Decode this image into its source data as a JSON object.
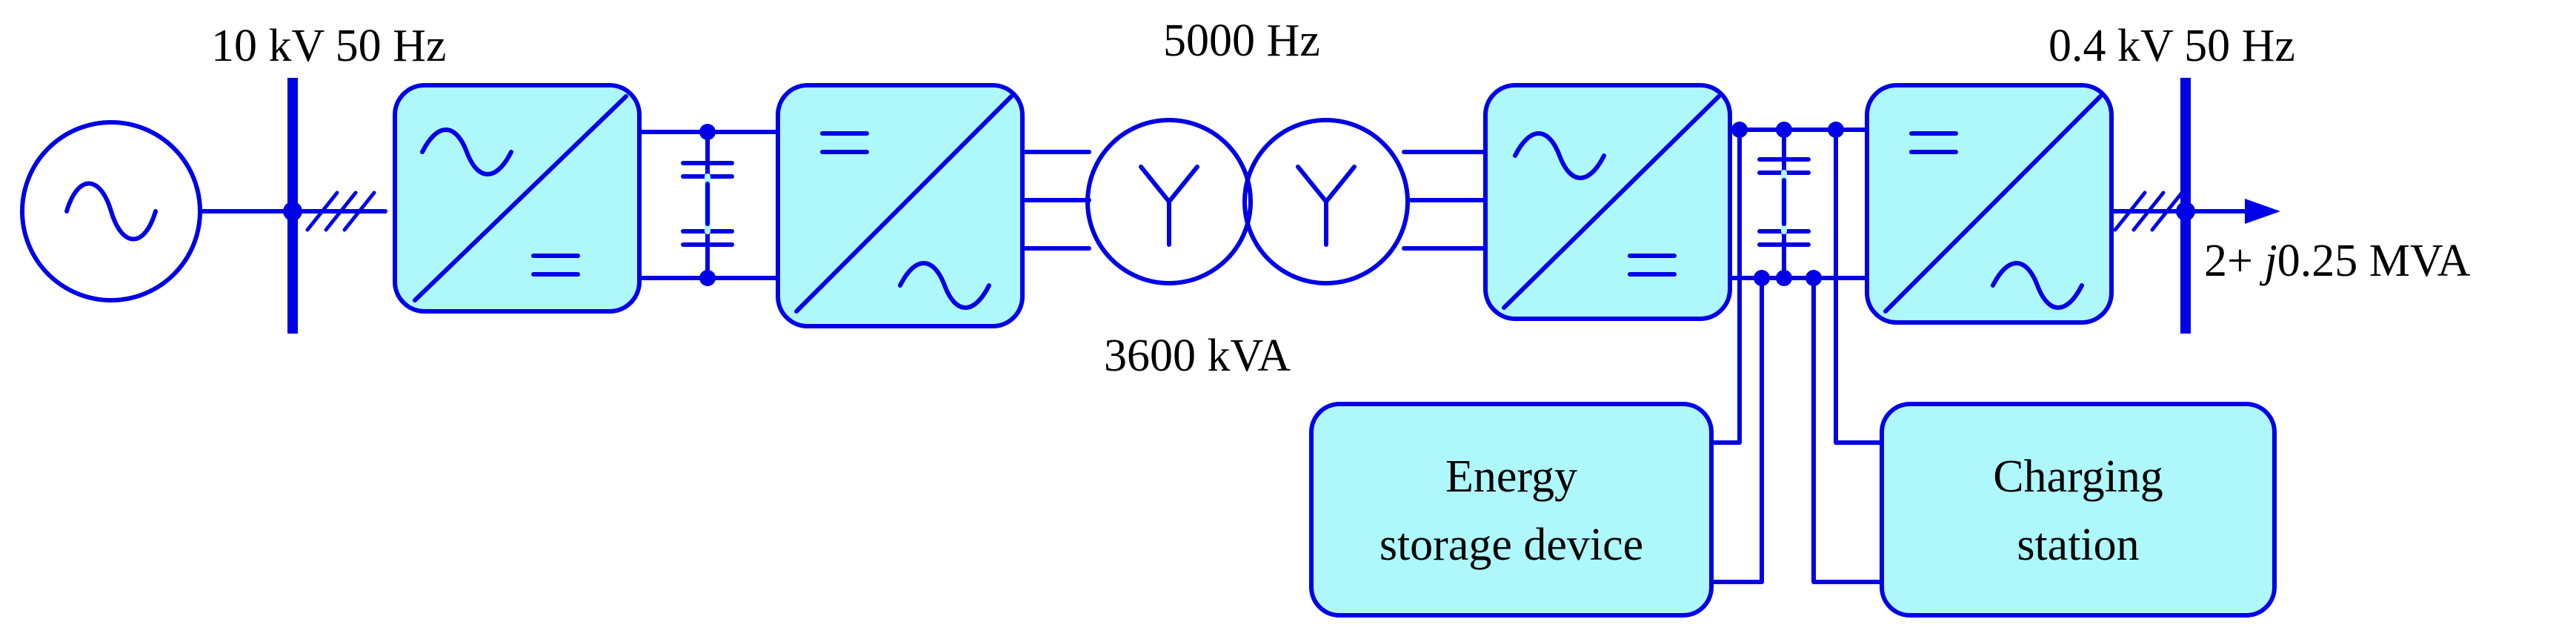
{
  "labels": {
    "bus_hv": "10 kV 50 Hz",
    "freq_mid": "5000 Hz",
    "transformer_rating": "3600 kVA",
    "bus_lv": "0.4 kV 50 Hz",
    "load_prefix": "2+ ",
    "load_j": "j",
    "load_suffix": "0.25 MVA"
  },
  "boxes": {
    "energy_storage": {
      "line1": "Energy",
      "line2": "storage device"
    },
    "charging_station": {
      "line1": "Charging",
      "line2": "station"
    }
  },
  "colors": {
    "line": "#0000E6",
    "fill": "#AEF7FB",
    "text": "#000000"
  }
}
